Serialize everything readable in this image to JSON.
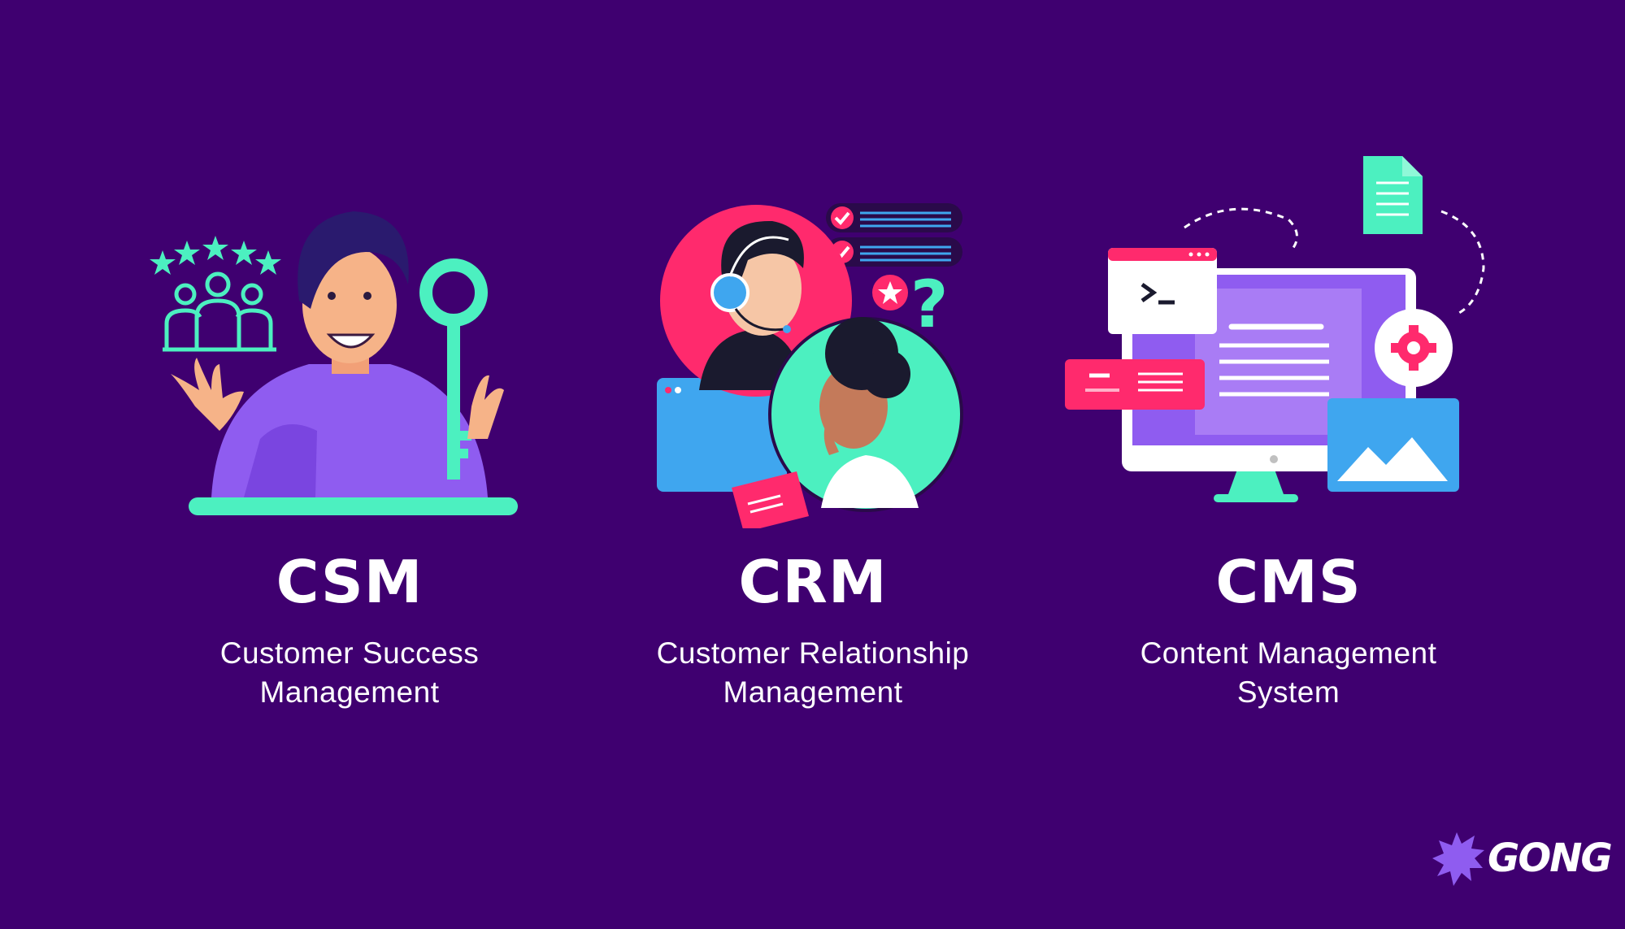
{
  "colors": {
    "background": "#3f0070",
    "teal": "#4cf0c0",
    "pink": "#ff2a6d",
    "purple": "#8f5cf0",
    "blue": "#3fa6ef"
  },
  "cards": [
    {
      "title": "CSM",
      "subtitle_line1": "Customer Success",
      "subtitle_line2": "Management",
      "illustration": "person-with-key-and-team-icon"
    },
    {
      "title": "CRM",
      "subtitle_line1": "Customer Relationship",
      "subtitle_line2": "Management",
      "illustration": "support-agent-and-customer-icon"
    },
    {
      "title": "CMS",
      "subtitle_line1": "Content Management",
      "subtitle_line2": "System",
      "illustration": "computer-with-content-windows-icon"
    }
  ],
  "logo": {
    "text": "GONG",
    "icon": "starburst-logo-icon"
  }
}
